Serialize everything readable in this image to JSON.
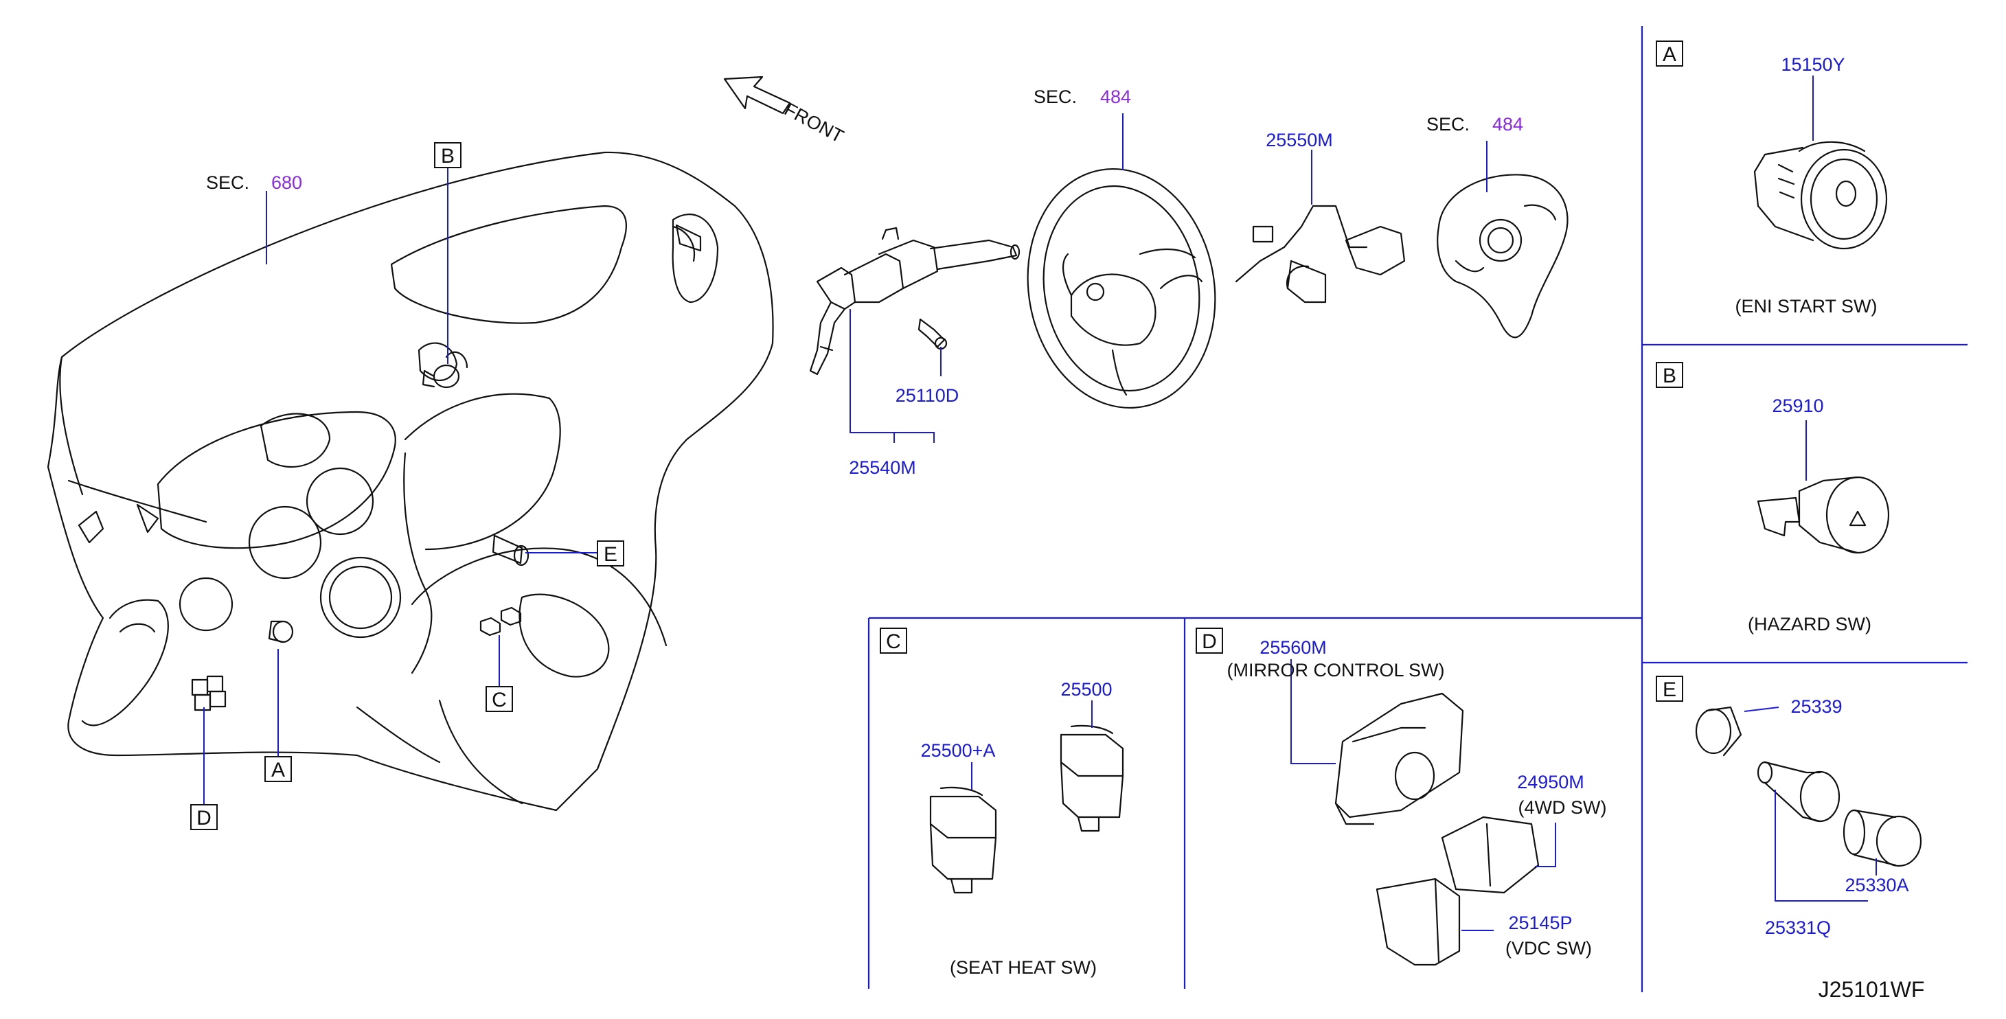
{
  "front_label": "FRONT",
  "sections": {
    "sec680": {
      "prefix": "SEC.",
      "number": "680"
    },
    "sec484_wheel": {
      "prefix": "SEC.",
      "number": "484"
    },
    "sec484_bag": {
      "prefix": "SEC.",
      "number": "484"
    }
  },
  "callouts": {
    "A": "A",
    "B": "B",
    "C": "C",
    "D": "D",
    "E": "E"
  },
  "parts": {
    "p25110D": "25110D",
    "p25540M": "25540M",
    "p25550M": "25550M",
    "p15150Y": "15150Y",
    "p25910": "25910",
    "p25500": "25500",
    "p25500A": "25500+A",
    "p25560M": "25560M",
    "p24950M": "24950M",
    "p25145P": "25145P",
    "p25339": "25339",
    "p25330A": "25330A",
    "p25331Q": "25331Q"
  },
  "captions": {
    "eni_start": "(ENI  START  SW)",
    "hazard": "(HAZARD  SW)",
    "seat_heat": "(SEAT  HEAT  SW)",
    "mirror_control": "(MIRROR  CONTROL  SW)",
    "fourwd": "(4WD  SW)",
    "vdc": "(VDC  SW)"
  },
  "drawing_number": "J25101WF",
  "colors": {
    "part_number": "#1a1adc",
    "section_number": "#8a2be2",
    "line": "#111111",
    "leader": "#1a1adc"
  }
}
